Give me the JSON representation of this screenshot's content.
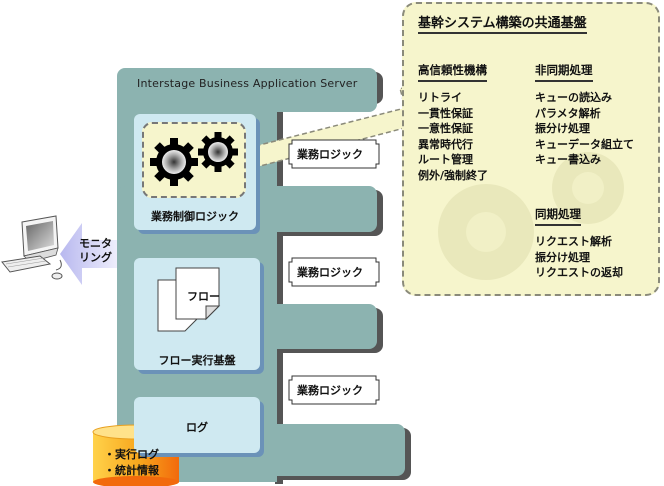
{
  "callout": {
    "title": "基幹システム構築の共通基盤",
    "sections": [
      {
        "heading": "高信頼性機構",
        "items": [
          "リトライ",
          "一貫性保証",
          "一意性保証",
          "異常時代行",
          "ルート管理",
          "例外/強制終了"
        ]
      },
      {
        "heading": "非同期処理",
        "items": [
          "キューの読込み",
          "パラメタ解析",
          "振分け処理",
          "キューデータ組立て",
          "キュー書込み"
        ]
      },
      {
        "heading": "同期処理",
        "items": [
          "リクエスト解析",
          "振分け処理",
          "リクエストの返却"
        ]
      }
    ]
  },
  "server": {
    "title": "Interstage Business Application Server",
    "panels": {
      "control": "業務制御ロジック",
      "flow": "フロー実行基盤",
      "log": "ログ"
    },
    "flow_doc_label": "フロー",
    "business_logic": [
      "業務ロジック",
      "業務ロジック",
      "業務ロジック"
    ]
  },
  "monitoring": {
    "label_line1": "モニタ",
    "label_line2": "リング"
  },
  "database": {
    "items": [
      "・実行ログ",
      "・統計情報"
    ]
  },
  "colors": {
    "server": "#8cb3b0",
    "panel": "#cfe9f1",
    "panel_shadow": "#6b92b8",
    "callout": "#f6f5cc",
    "arrow_monitor": "#c9c9f2",
    "database": "#f7a21a"
  }
}
